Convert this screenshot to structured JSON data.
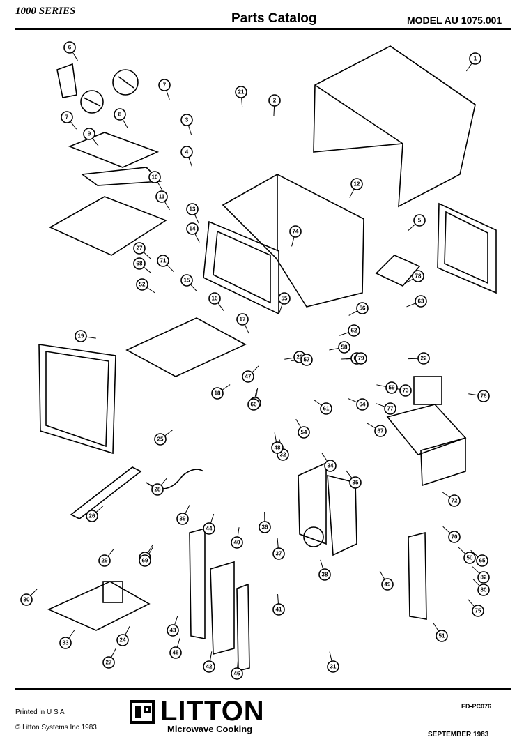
{
  "header": {
    "series": "1000 SERIES",
    "title": "Parts Catalog",
    "model": "MODEL AU 1075.001"
  },
  "footer": {
    "printed": "Printed in U S A",
    "copyright": "© Litton Systems Inc 1983",
    "brand": "LITTON",
    "brand_sub": "Microwave Cooking",
    "code": "ED-PC076",
    "date": "SEPTEMBER 1983"
  },
  "callouts": [
    "1",
    "2",
    "3",
    "4",
    "5",
    "6",
    "7",
    "7",
    "8",
    "9",
    "10",
    "11",
    "12",
    "13",
    "14",
    "15",
    "16",
    "17",
    "18",
    "19",
    "20",
    "21",
    "22",
    "23",
    "24",
    "25",
    "26",
    "27",
    "27",
    "28",
    "29",
    "30",
    "31",
    "32",
    "33",
    "34",
    "35",
    "36",
    "37",
    "38",
    "39",
    "40",
    "41",
    "42",
    "43",
    "44",
    "45",
    "46",
    "47",
    "48",
    "49",
    "50",
    "51",
    "52",
    "53",
    "54",
    "55",
    "56",
    "57",
    "58",
    "59",
    "60",
    "61",
    "62",
    "63",
    "64",
    "65",
    "66",
    "67",
    "68",
    "69",
    "70",
    "71",
    "72",
    "73",
    "74",
    "75",
    "76",
    "77",
    "78",
    "79",
    "80",
    "82"
  ]
}
